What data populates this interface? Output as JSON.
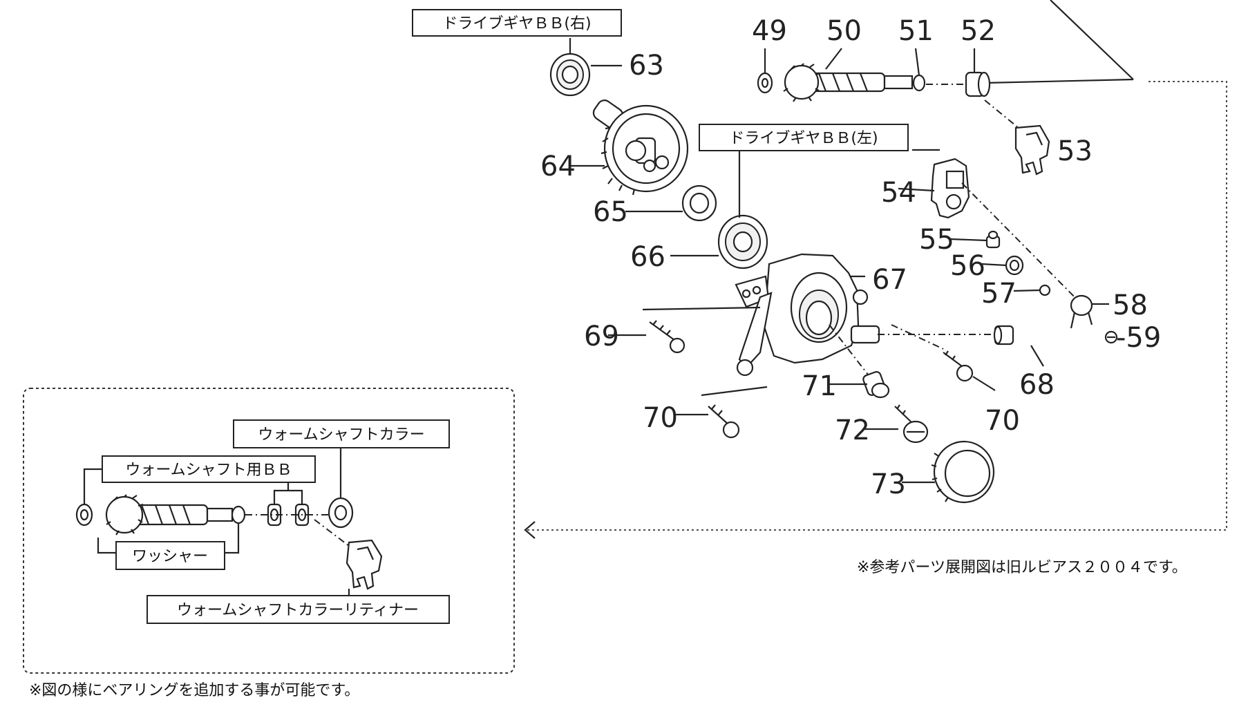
{
  "callouts": {
    "drive_gear_bb_right": "ドライブギヤＢＢ(右)",
    "drive_gear_bb_left": "ドライブギヤＢＢ(左)",
    "worm_shaft_collar": "ウォームシャフトカラー",
    "worm_shaft_bb": "ウォームシャフト用ＢＢ",
    "washer": "ワッシャー",
    "worm_shaft_collar_retainer": "ウォームシャフトカラーリティナー"
  },
  "notes": {
    "reference": "※参考パーツ展開図は旧ルビアス２００４です。",
    "bearing_note": "※図の様にベアリングを追加する事が可能です。"
  },
  "part_numbers": {
    "p49": "49",
    "p50": "50",
    "p51": "51",
    "p52": "52",
    "p53": "53",
    "p54": "54",
    "p55": "55",
    "p56": "56",
    "p57": "57",
    "p58": "58",
    "p59": "-59",
    "p63": "63",
    "p64": "64",
    "p65": "65",
    "p66": "66",
    "p67": "67",
    "p68": "68",
    "p69": "69",
    "p70a": "70",
    "p70b": "70",
    "p71": "71",
    "p72": "72",
    "p73": "73"
  }
}
